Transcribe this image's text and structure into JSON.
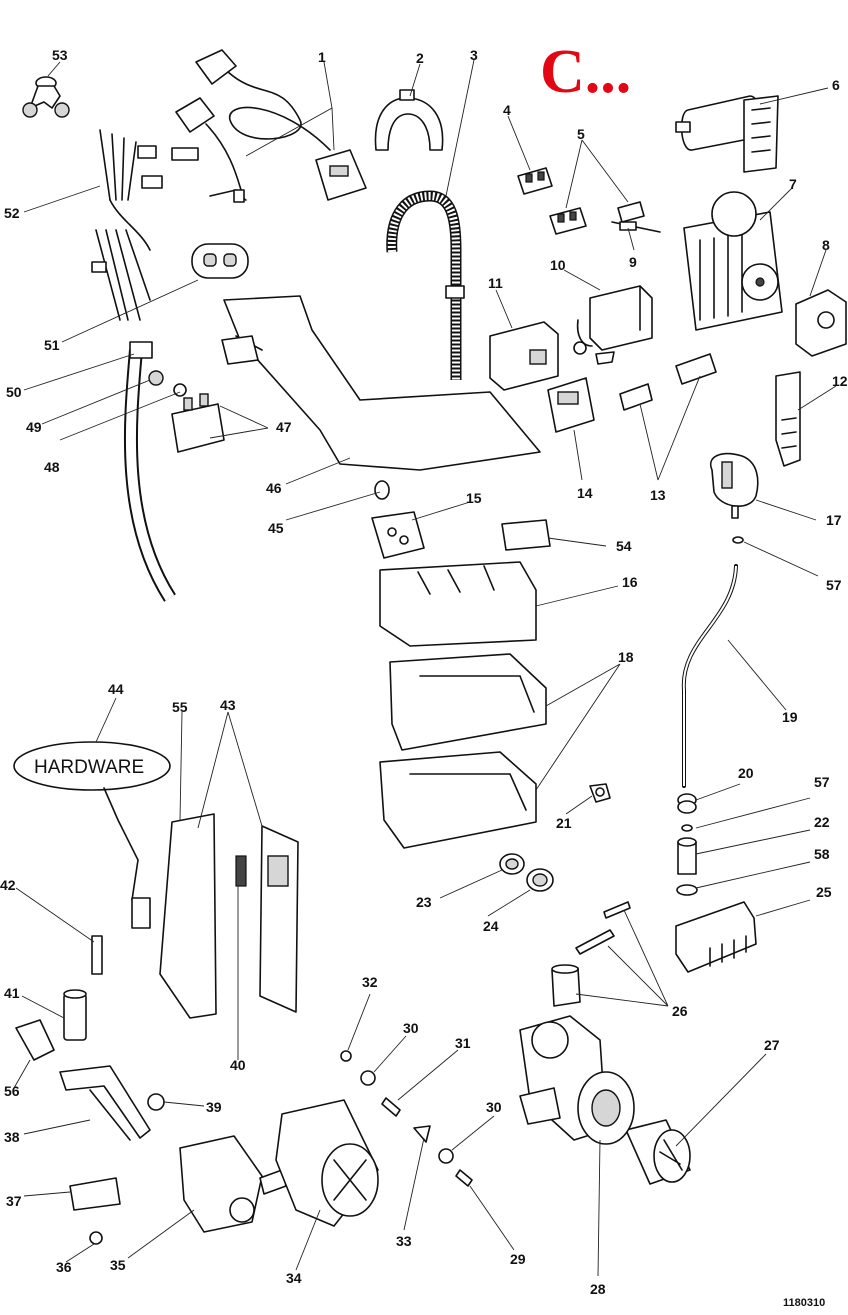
{
  "title": "C...",
  "drawing_code": "1180310",
  "hardware_label": "HARDWARE",
  "labels": {
    "n1": "1",
    "n2": "2",
    "n3": "3",
    "n4": "4",
    "n5": "5",
    "n6": "6",
    "n7": "7",
    "n8": "8",
    "n9": "9",
    "n10": "10",
    "n11": "11",
    "n12": "12",
    "n13": "13",
    "n14": "14",
    "n15": "15",
    "n16": "16",
    "n17": "17",
    "n18": "18",
    "n19": "19",
    "n20": "20",
    "n21": "21",
    "n22": "22",
    "n23": "23",
    "n24": "24",
    "n25": "25",
    "n26": "26",
    "n27": "27",
    "n28": "28",
    "n29": "29",
    "n30a": "30",
    "n30b": "30",
    "n31": "31",
    "n32": "32",
    "n33": "33",
    "n34": "34",
    "n35": "35",
    "n36": "36",
    "n37": "37",
    "n38": "38",
    "n39": "39",
    "n40": "40",
    "n41": "41",
    "n42": "42",
    "n43": "43",
    "n44": "44",
    "n45": "45",
    "n46": "46",
    "n47": "47",
    "n48": "48",
    "n49": "49",
    "n50": "50",
    "n51": "51",
    "n52": "52",
    "n53": "53",
    "n54": "54",
    "n55": "55",
    "n56": "56",
    "n57a": "57",
    "n57b": "57",
    "n58": "58"
  },
  "colors": {
    "title": "#e30613",
    "line": "#111111",
    "background": "#ffffff"
  }
}
